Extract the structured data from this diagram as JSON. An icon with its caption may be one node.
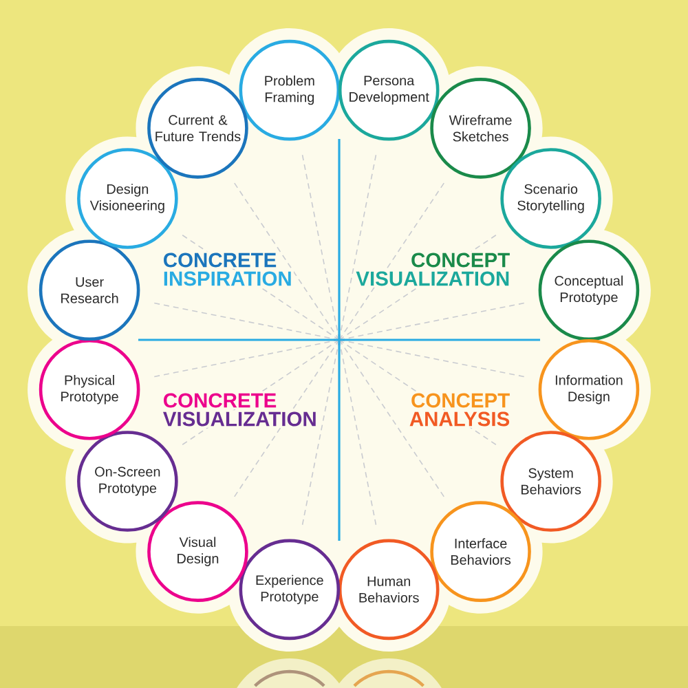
{
  "diagram": {
    "nodes": [
      {
        "text": [
          "Problem Framing"
        ]
      },
      {
        "text": [
          "Persona Development"
        ]
      },
      {
        "text": [
          "Wireframe Sketches"
        ]
      },
      {
        "text": [
          "Scenario Storytelling"
        ]
      },
      {
        "text": [
          "Conceptual Prototype"
        ]
      },
      {
        "text": [
          "Information Design"
        ]
      },
      {
        "text": [
          "System Behaviors"
        ]
      },
      {
        "text": [
          "Interface Behaviors"
        ]
      },
      {
        "text": [
          "Human Behaviors"
        ]
      },
      {
        "text": [
          "Experience Prototype"
        ]
      },
      {
        "text": [
          "Visual Design"
        ]
      },
      {
        "text": [
          "On-Screen Prototype"
        ]
      },
      {
        "text": [
          "Physical Prototype"
        ]
      },
      {
        "text": [
          "User Research"
        ]
      },
      {
        "text": [
          "Design Visioneering"
        ]
      },
      {
        "text": [
          "Current & Future Trends"
        ]
      }
    ],
    "labels": [
      "CONCRETE",
      "INSPIRATION",
      "CONCEPT",
      "VISUALIZATION",
      "CONCRETE",
      "VISUALIZATION",
      "CONCEPT",
      "ANALYSIS"
    ]
  }
}
